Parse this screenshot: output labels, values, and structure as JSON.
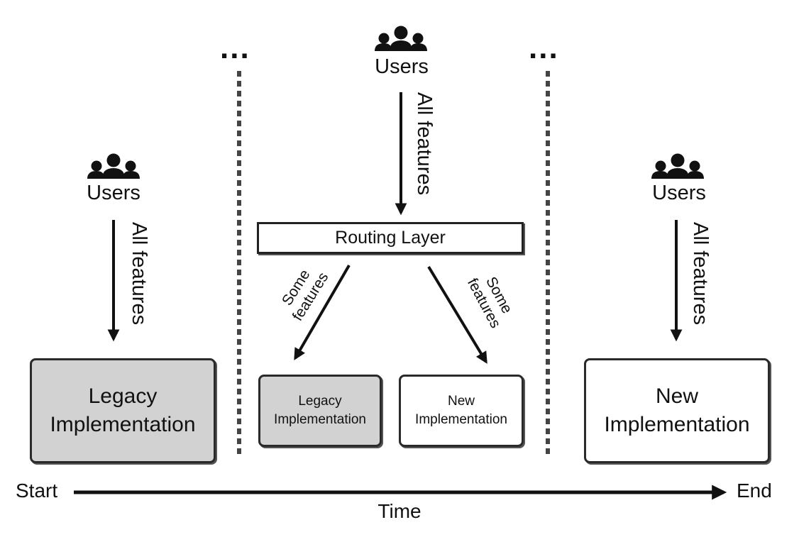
{
  "stages": {
    "start": {
      "users_label": "Users",
      "flow_label": "All features",
      "implementation": [
        "Legacy",
        "Implementation"
      ]
    },
    "transition": {
      "ellipsis": "...",
      "users_label": "Users",
      "flow_label": "All features",
      "router_label": "Routing Layer",
      "left_branch_label": [
        "Some",
        "features"
      ],
      "right_branch_label": [
        "Some",
        "features"
      ],
      "legacy_implementation": [
        "Legacy",
        "Implementation"
      ],
      "new_implementation": [
        "New",
        "Implementation"
      ]
    },
    "end": {
      "users_label": "Users",
      "flow_label": "All features",
      "implementation": [
        "New",
        "Implementation"
      ]
    }
  },
  "timeline": {
    "start_label": "Start",
    "end_label": "End",
    "axis_label": "Time"
  },
  "colors": {
    "legacy_fill": "#d2d2d2",
    "new_fill": "#ffffff",
    "ink": "#111111"
  },
  "icons": [
    "users-icon"
  ]
}
